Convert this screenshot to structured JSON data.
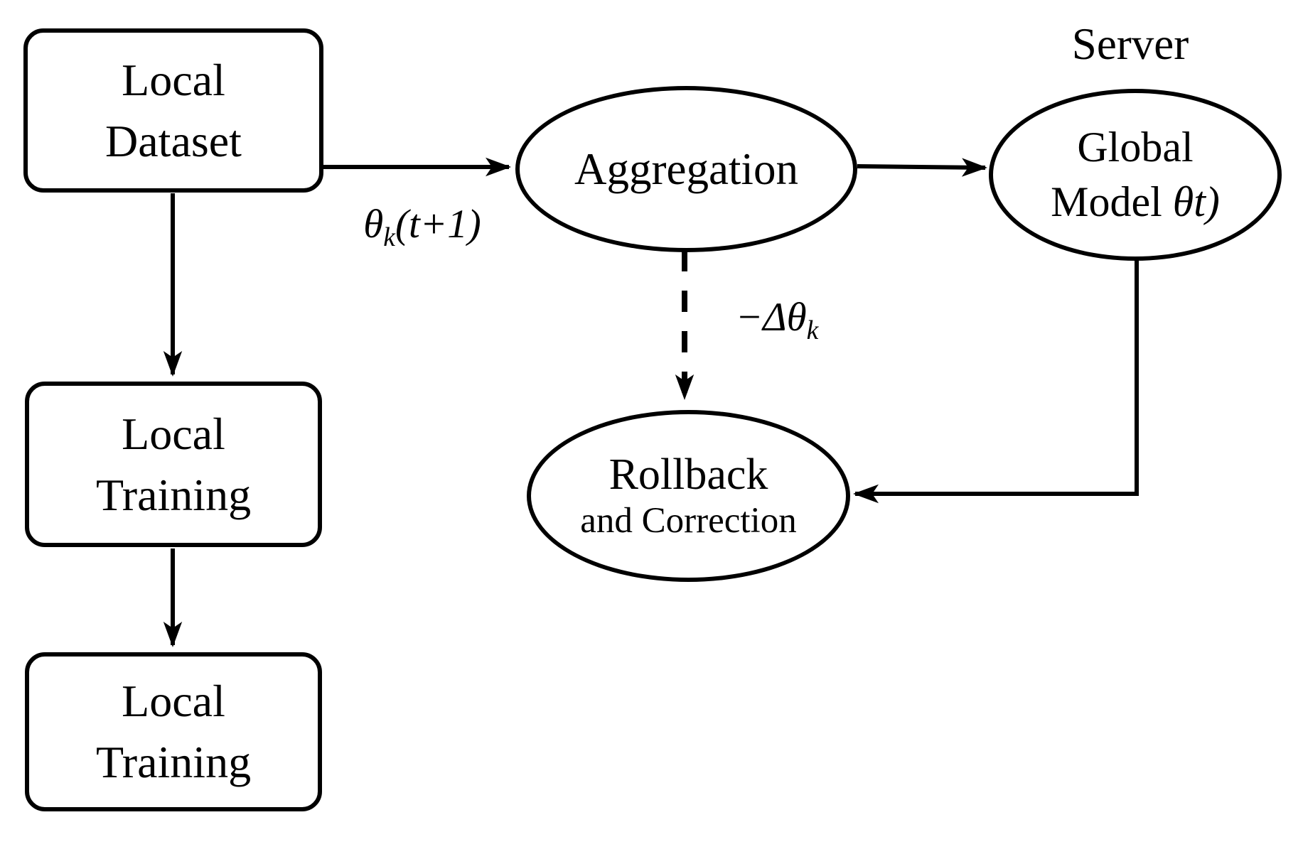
{
  "diagram": {
    "title_context": "federated learning rollback flow",
    "colors": {
      "ink": "#000000",
      "paper": "#ffffff"
    }
  },
  "nodes": {
    "local_dataset": {
      "label": "Local\nDataset"
    },
    "local_training_1": {
      "label": "Local\nTraining"
    },
    "local_training_2": {
      "label": "Local\nTraining"
    },
    "aggregation": {
      "label": "Aggregation"
    },
    "global_model": {
      "line1": "Global",
      "line2_text": "Model ",
      "line2_math": "θt)"
    },
    "rollback": {
      "line1": "Rollback",
      "line2": "and Correction"
    }
  },
  "annotations": {
    "server": "Server",
    "theta_update": {
      "base": "θ",
      "sub": "k",
      "rest": "(t+1)"
    },
    "neg_delta": {
      "base": "−Δθ",
      "sub": "k"
    }
  },
  "edges": [
    {
      "from": "local-dataset",
      "to": "aggregation",
      "style": "solid",
      "label": "θk(t+1)"
    },
    {
      "from": "aggregation",
      "to": "global-model",
      "style": "solid",
      "label": ""
    },
    {
      "from": "aggregation",
      "to": "rollback-and-correction",
      "style": "dashed",
      "label": "−Δθk"
    },
    {
      "from": "global-model",
      "to": "rollback-and-correction",
      "style": "solid",
      "label": ""
    },
    {
      "from": "local-dataset",
      "to": "local-training-1",
      "style": "solid",
      "label": ""
    },
    {
      "from": "local-training-1",
      "to": "local-training-2",
      "style": "solid",
      "label": ""
    }
  ]
}
